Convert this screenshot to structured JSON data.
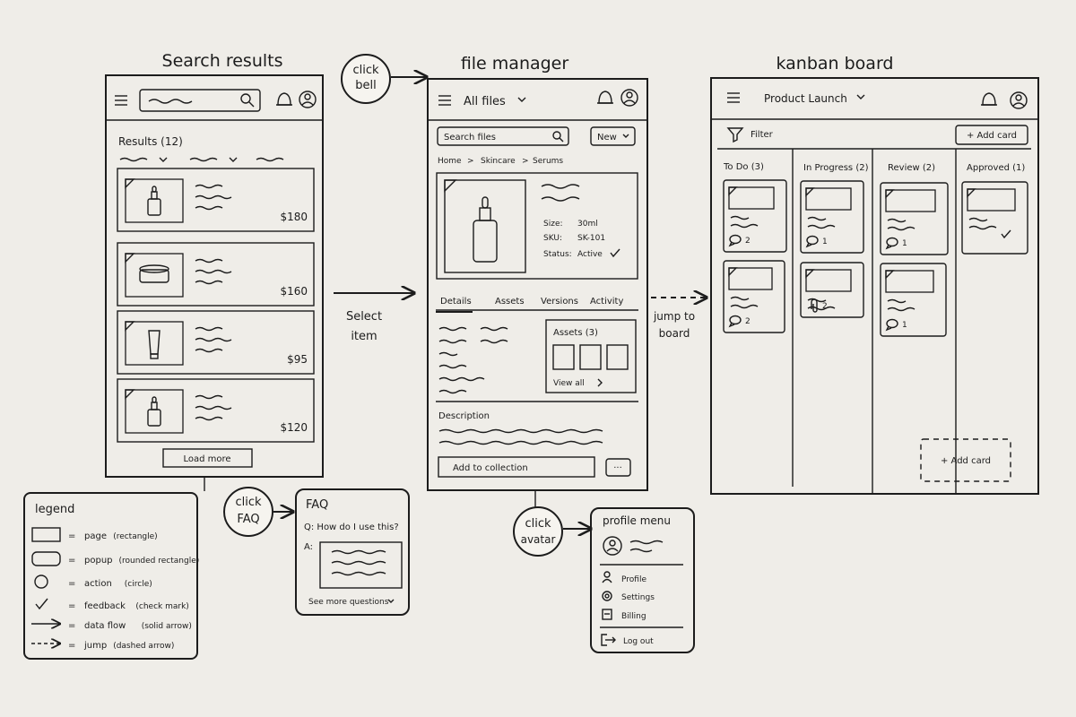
{
  "search_results": {
    "title": "Search results",
    "results_label": "Results (12)",
    "prices": [
      "$180",
      "$160",
      "$95",
      "$120"
    ],
    "load_more": "Load more"
  },
  "file_manager": {
    "title": "file manager",
    "header": "All files",
    "search_placeholder": "Search files",
    "new_button": "New",
    "breadcrumb": [
      "Home",
      "Skincare",
      "Serums"
    ],
    "detail": {
      "size_label": "Size:",
      "size_value": "30ml",
      "sku_label": "SKU:",
      "sku_value": "SK-101",
      "status_label": "Status:",
      "status_value": "Active"
    },
    "tabs": [
      "Details",
      "Assets",
      "Versions",
      "Activity"
    ],
    "assets_label": "Assets (3)",
    "view_all": "View all",
    "description_label": "Description",
    "add_to_collection": "Add to collection",
    "more": "···"
  },
  "kanban": {
    "title": "kanban board",
    "header": "Product Launch",
    "filter": "Filter",
    "add_card": "+ Add card",
    "columns": [
      "To Do (3)",
      "In Progress (2)",
      "Review (2)",
      "Approved (1)"
    ],
    "counts": [
      "2",
      "1",
      "2",
      "1",
      "1",
      "2"
    ],
    "add_card_placeholder": "+ Add card"
  },
  "annotations": {
    "click_bell": [
      "click",
      "bell"
    ],
    "select_item": [
      "Select",
      "item"
    ],
    "jump_to_board": [
      "jump to",
      "board"
    ],
    "click_faq": [
      "click",
      "FAQ"
    ],
    "click_avatar": [
      "click",
      "avatar"
    ]
  },
  "faq": {
    "title": "FAQ",
    "question": "Q: How do I use this?",
    "answer_prefix": "A:",
    "see_more": "See more questions"
  },
  "profile_menu": {
    "title": "profile menu",
    "items": [
      "Profile",
      "Settings",
      "Billing"
    ],
    "logout": "Log out"
  },
  "legend": {
    "title": "legend",
    "rows": [
      {
        "term": "page",
        "note": "(rectangle)"
      },
      {
        "term": "popup",
        "note": "(rounded rectangle)"
      },
      {
        "term": "action",
        "note": "(circle)"
      },
      {
        "term": "feedback",
        "note": "(check mark)"
      },
      {
        "term": "data flow",
        "note": "(solid arrow)"
      },
      {
        "term": "jump",
        "note": "(dashed arrow)"
      }
    ]
  }
}
